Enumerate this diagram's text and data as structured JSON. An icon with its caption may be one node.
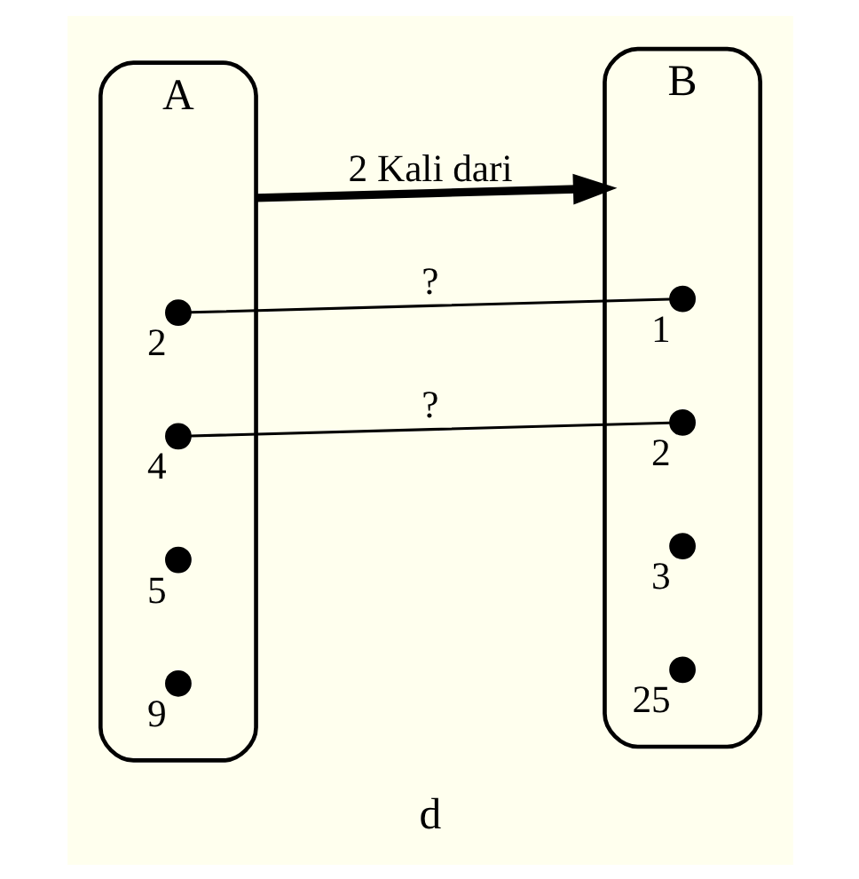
{
  "diagram": {
    "caption": "d",
    "nodes": [
      {
        "text": [
          "A"
        ]
      },
      {
        "text": [],
        "shape": "circle",
        "beside": [
          "2"
        ],
        "in": 0
      },
      {
        "text": [],
        "shape": "circle",
        "beside": [
          "4"
        ],
        "in": 0
      },
      {
        "text": [],
        "shape": "circle",
        "beside": [
          "5"
        ],
        "in": 0
      },
      {
        "text": [],
        "shape": "circle",
        "beside": [
          "9"
        ],
        "in": 0
      },
      {
        "text": [
          "B"
        ]
      },
      {
        "text": [],
        "shape": "circle",
        "beside": [
          "1"
        ],
        "in": 5
      },
      {
        "text": [],
        "shape": "circle",
        "beside": [
          "2"
        ],
        "in": 5
      },
      {
        "text": [],
        "shape": "circle",
        "beside": [
          "3"
        ],
        "in": 5
      },
      {
        "text": [],
        "shape": "circle",
        "beside": [
          "25"
        ],
        "in": 5
      }
    ],
    "edges": [
      {
        "from": 0,
        "to": 5,
        "arrow": "to",
        "label": "2 Kali dari",
        "style": "thick"
      },
      {
        "from": 1,
        "to": 6,
        "arrow": "none",
        "label": "?"
      },
      {
        "from": 2,
        "to": 7,
        "arrow": "none",
        "label": "?"
      }
    ]
  }
}
